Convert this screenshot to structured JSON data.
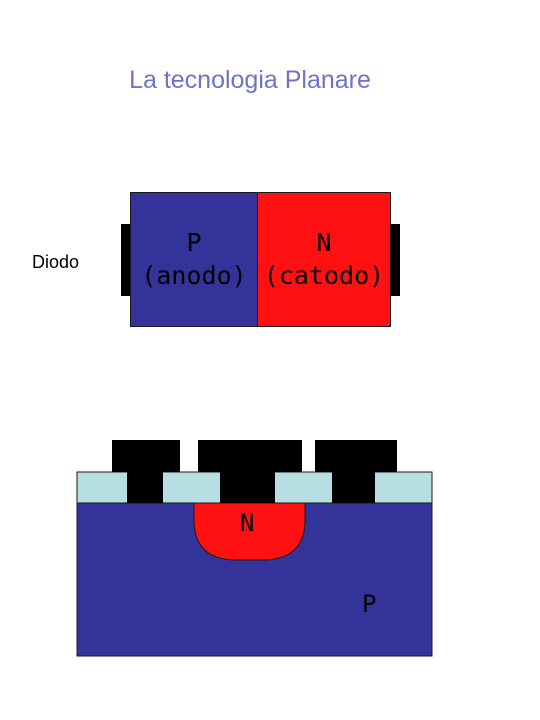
{
  "title": "La tecnologia Planare",
  "side_label": "Diodo",
  "diode": {
    "p_letter": "P",
    "p_name": "(anodo)",
    "n_letter": "N",
    "n_name": "(catodo)"
  },
  "planar": {
    "n_well_label": "N",
    "substrate_label": "P"
  },
  "colors": {
    "title": "#6f73c7",
    "p_region": "#333399",
    "n_region": "#ff1111",
    "oxide": "#b7dfe3",
    "metal": "#000000"
  }
}
